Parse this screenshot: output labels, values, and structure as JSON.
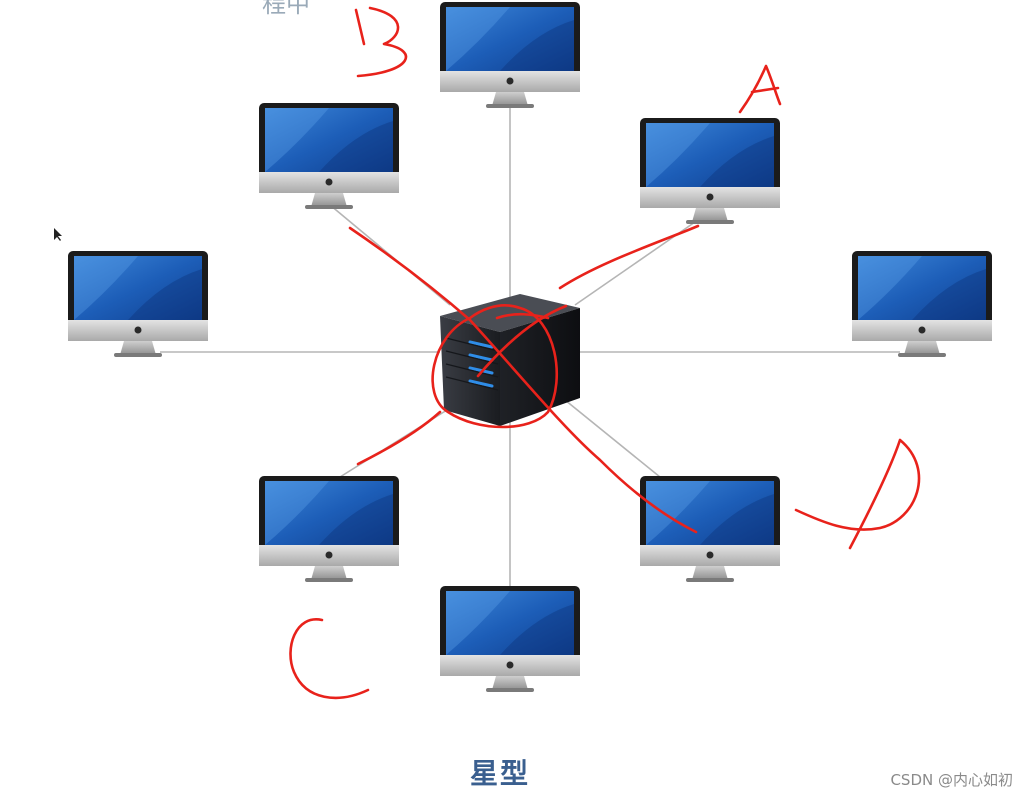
{
  "diagram": {
    "title": "星型",
    "header_fragment": "程中"
  },
  "nodes": {
    "hub": "server-hub",
    "computers": [
      "computer-top",
      "computer-top-right",
      "computer-right",
      "computer-bottom-right",
      "computer-bottom",
      "computer-bottom-left",
      "computer-left",
      "computer-top-left"
    ]
  },
  "annotations": {
    "handwritten_labels": [
      "B",
      "A",
      "C",
      "D"
    ],
    "ink_color": "#e8221b"
  },
  "colors": {
    "screen": "#1f5fb5",
    "line": "#b5b5b5",
    "caption": "#3a5f8f"
  },
  "watermark": "CSDN @内心如初"
}
